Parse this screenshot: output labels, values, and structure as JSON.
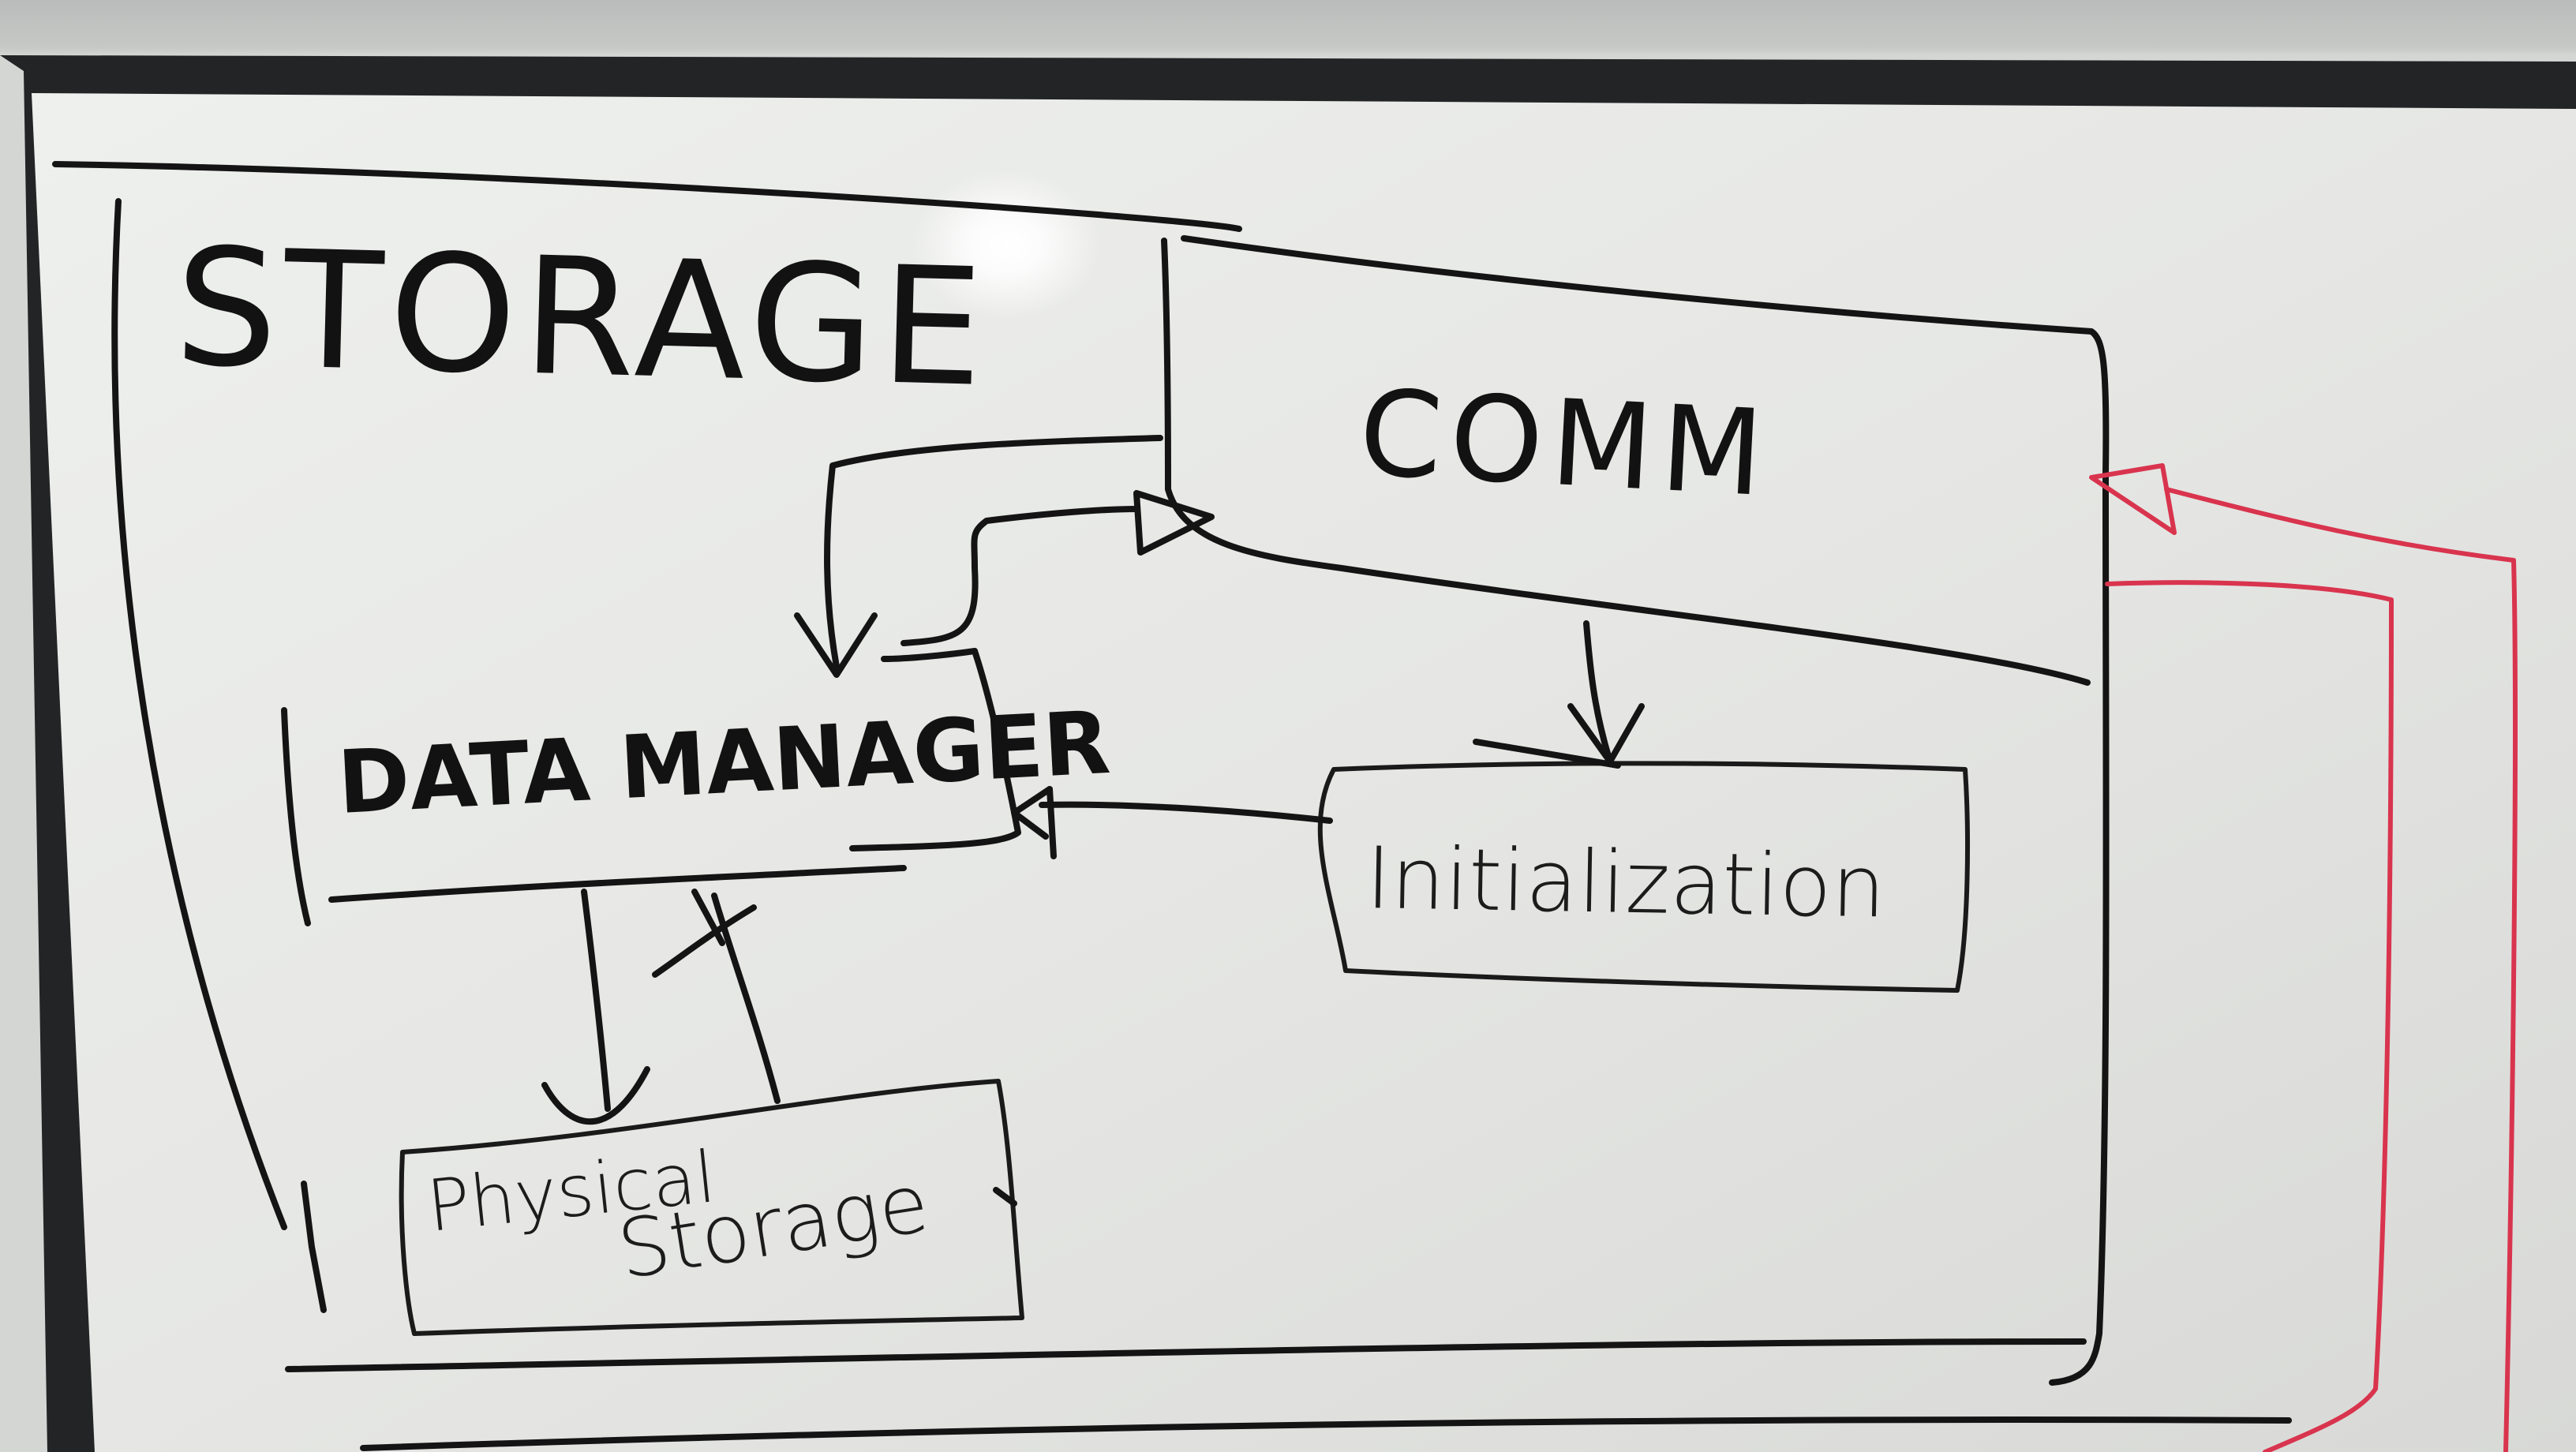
{
  "diagram": {
    "labels": {
      "storage": "STORAGE",
      "comm": "COMM",
      "data_manager": "DATA MANAGER",
      "initialization": "Initialization",
      "physical_line1": "Physical",
      "physical_line2": "Storage"
    },
    "colors": {
      "ink": "#141414",
      "red_marker": "#d9344e",
      "board": "#e8e9e6",
      "frame": "#1e1f21"
    }
  }
}
